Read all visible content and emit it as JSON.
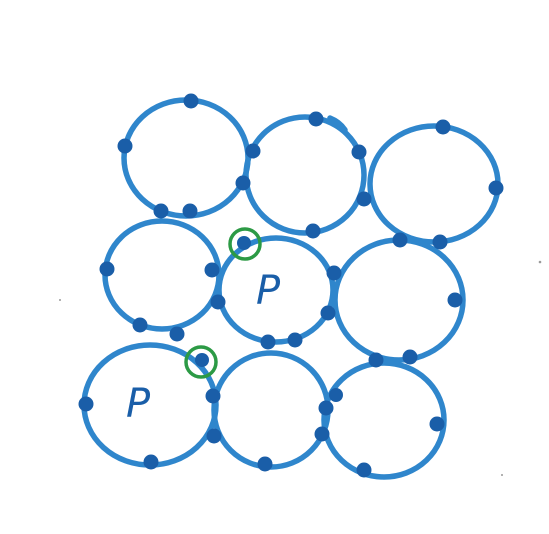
{
  "colors": {
    "ring": "#2f86cc",
    "dot": "#1a5ea8",
    "highlight": "#2c9a45",
    "letter": "#1a5ea8",
    "background": "#ffffff"
  },
  "labels": {
    "center": "P",
    "bottom_left": "P"
  },
  "structure": {
    "rings": 9,
    "highlighted_dots": 2
  }
}
